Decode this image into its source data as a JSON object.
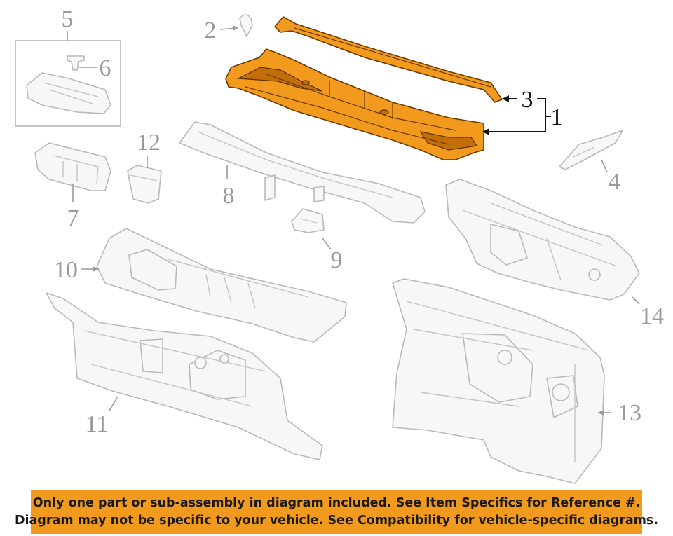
{
  "callouts": {
    "c1": "1",
    "c2": "2",
    "c3": "3",
    "c4": "4",
    "c5": "5",
    "c6": "6",
    "c7": "7",
    "c8": "8",
    "c9": "9",
    "c10": "10",
    "c11": "11",
    "c12": "12",
    "c13": "13",
    "c14": "14"
  },
  "notice": {
    "line1": "Only one part or sub-assembly in diagram included. See Item Specifics for Reference #.",
    "line2": "Diagram may not be specific to your vehicle. See Compatibility for vehicle-specific diagrams."
  },
  "colors": {
    "highlight": "#f29a1e",
    "banner": "#f29a1e",
    "ghost_line": "#b9b9b9"
  }
}
